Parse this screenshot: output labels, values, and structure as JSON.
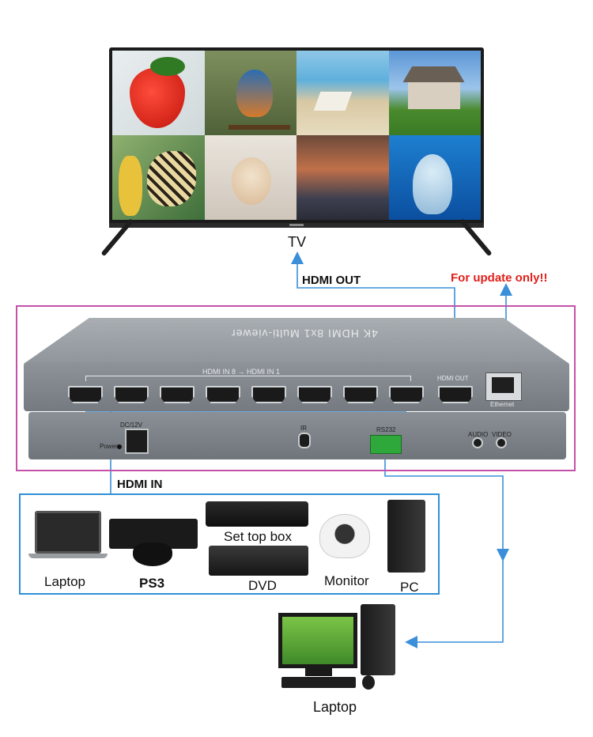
{
  "tv": {
    "label": "TV"
  },
  "connections": {
    "hdmi_out": "HDMI OUT",
    "update": "For update only!!",
    "hdmi_in": "HDMI IN"
  },
  "device": {
    "title": "4K HDMI 8x1 Multi-viewer",
    "hdmi_in_range": "HDMI IN 8 → HDMI IN 1",
    "hdmi_out_label": "HDMI OUT",
    "ethernet_label": "Ethernet",
    "dc_label": "DC/12V",
    "power_label": "Power",
    "ir_label": "IR",
    "rs232_label": "RS232",
    "audio_label": "AUDIO",
    "video_label": "VIDEO"
  },
  "sources": [
    {
      "label": "Laptop"
    },
    {
      "label": "PS3"
    },
    {
      "label": "Set top box"
    },
    {
      "label": "DVD"
    },
    {
      "label": "Monitor"
    },
    {
      "label": "PC"
    }
  ],
  "control_pc": {
    "label": "Laptop"
  },
  "colors": {
    "accent_line": "#3a8fd8",
    "update_text": "#e0201b",
    "device_border": "#c552a8",
    "source_border": "#2f8fd6"
  }
}
